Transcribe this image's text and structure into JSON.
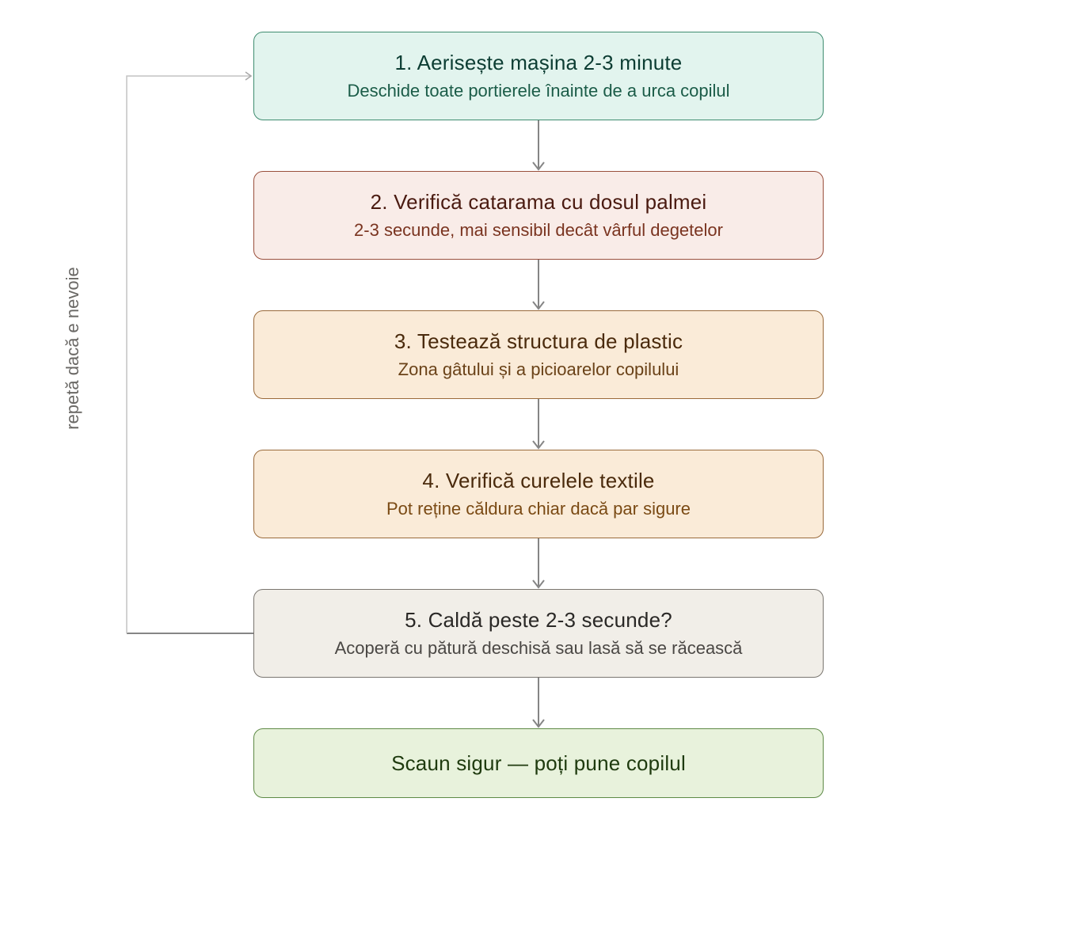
{
  "steps": [
    {
      "title": "1. Aerisește mașina 2-3 minute",
      "subtitle": "Deschide toate portierele înainte de a urca copilul"
    },
    {
      "title": "2. Verifică catarama cu dosul palmei",
      "subtitle": "2-3 secunde, mai sensibil decât vârful degetelor"
    },
    {
      "title": "3. Testează structura de plastic",
      "subtitle": "Zona gâtului și a picioarelor copilului"
    },
    {
      "title": "4. Verifică curelele textile",
      "subtitle": "Pot reține căldura chiar dacă par sigure"
    },
    {
      "title": "5. Caldă peste 2-3 secunde?",
      "subtitle": "Acoperă cu pătură deschisă sau lasă să se răcească"
    },
    {
      "title": "Scaun sigur — poți pune copilul"
    }
  ],
  "loop_label": "repetă dacă e nevoie",
  "colors": {
    "step1_fill": "#e2f4ee",
    "step2_fill": "#f9ece8",
    "step3_fill": "#faebd8",
    "step4_fill": "#faebd8",
    "step5_fill": "#f1eee8",
    "final_fill": "#e8f2dc",
    "arrow": "#7f7f7f"
  }
}
